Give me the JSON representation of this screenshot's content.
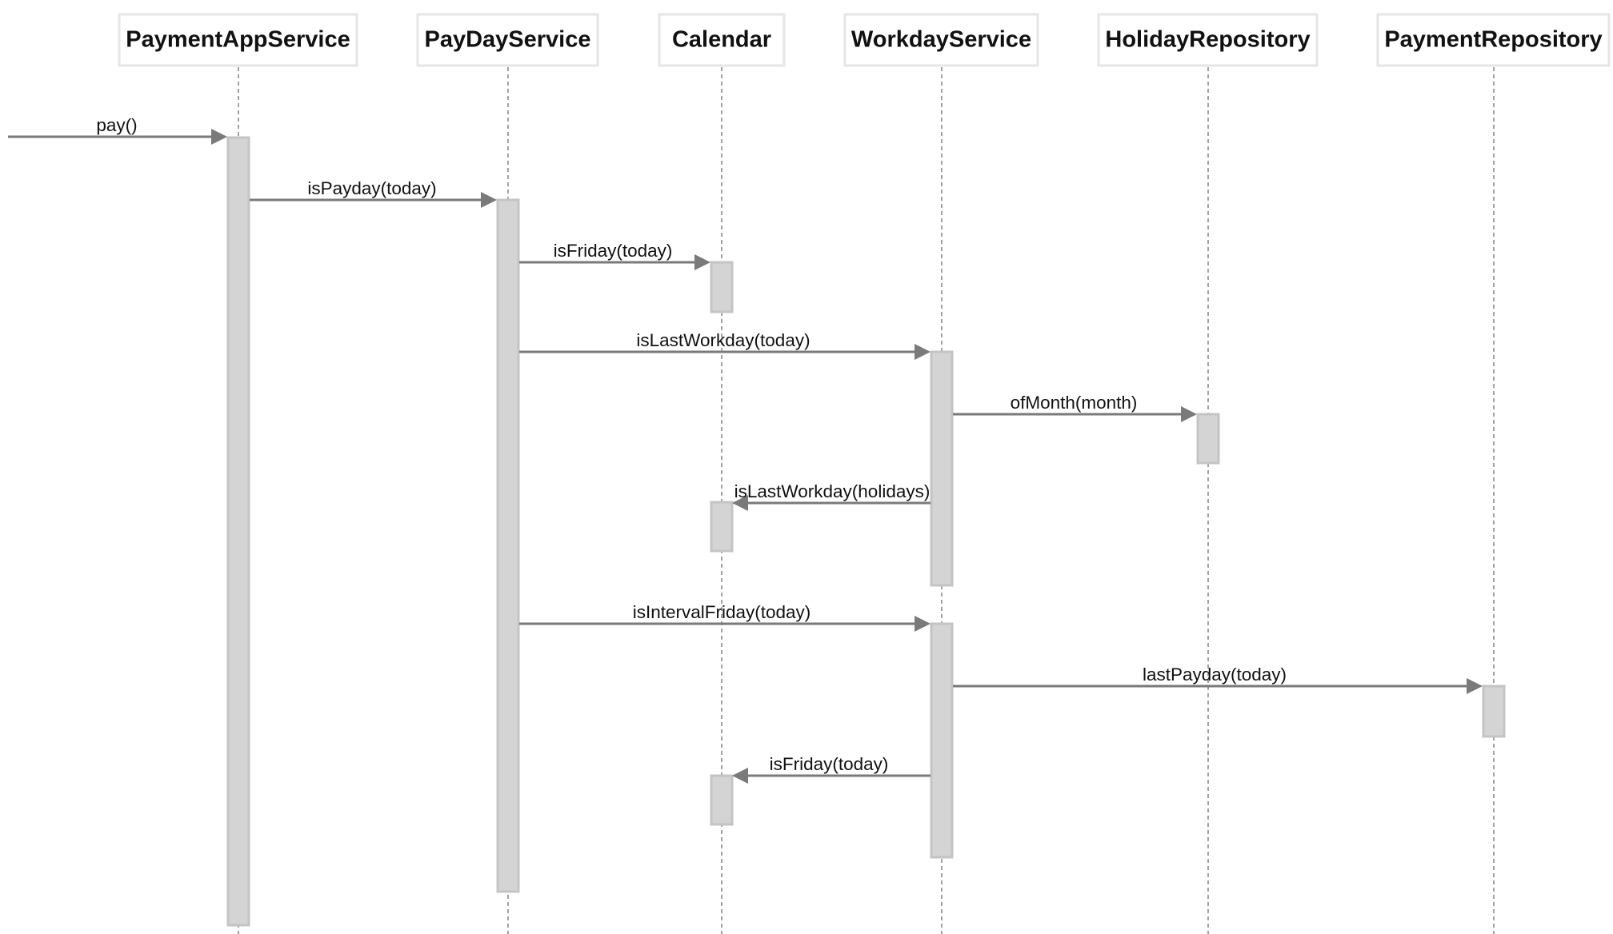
{
  "participants": [
    {
      "id": "paymentapp",
      "name": "PaymentAppService"
    },
    {
      "id": "payday",
      "name": "PayDayService"
    },
    {
      "id": "calendar",
      "name": "Calendar"
    },
    {
      "id": "workday",
      "name": "WorkdayService"
    },
    {
      "id": "holidayrepo",
      "name": "HolidayRepository"
    },
    {
      "id": "paymentrepo",
      "name": "PaymentRepository"
    }
  ],
  "messages": [
    {
      "from": null,
      "to": "paymentapp",
      "label": "pay()"
    },
    {
      "from": "paymentapp",
      "to": "payday",
      "label": "isPayday(today)"
    },
    {
      "from": "payday",
      "to": "calendar",
      "label": "isFriday(today)"
    },
    {
      "from": "payday",
      "to": "workday",
      "label": "isLastWorkday(today)"
    },
    {
      "from": "workday",
      "to": "holidayrepo",
      "label": "ofMonth(month)"
    },
    {
      "from": "workday",
      "to": "calendar",
      "label": "isLastWorkday(holidays)"
    },
    {
      "from": "payday",
      "to": "workday",
      "label": "isIntervalFriday(today)"
    },
    {
      "from": "workday",
      "to": "paymentrepo",
      "label": "lastPayday(today)"
    },
    {
      "from": "workday",
      "to": "calendar",
      "label": "isFriday(today)"
    }
  ]
}
